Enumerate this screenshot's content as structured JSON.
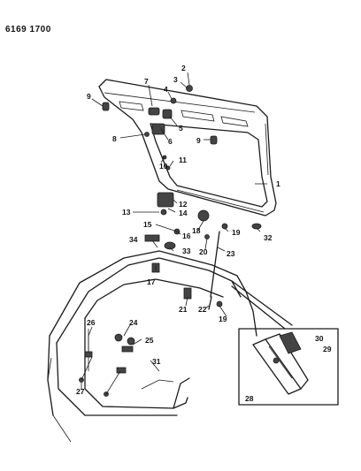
{
  "header": {
    "code": "6169 1700"
  },
  "callouts": [
    "1",
    "2",
    "3",
    "4",
    "5",
    "6",
    "7",
    "8",
    "9",
    "9",
    "10",
    "11",
    "12",
    "13",
    "14",
    "15",
    "16",
    "17",
    "18",
    "19",
    "19",
    "20",
    "21",
    "22",
    "23",
    "24",
    "25",
    "26",
    "27",
    "28",
    "29",
    "30",
    "31",
    "32",
    "33",
    "34"
  ]
}
